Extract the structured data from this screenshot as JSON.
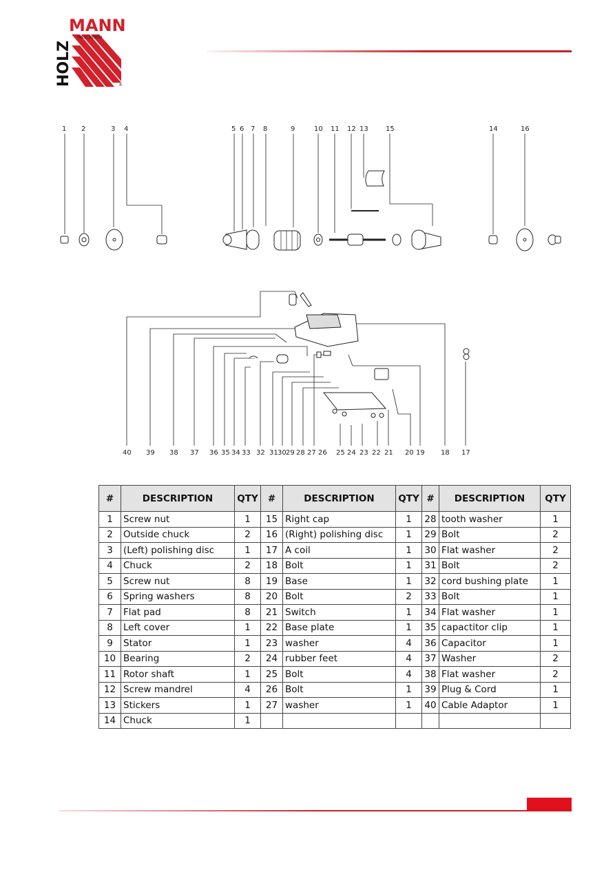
{
  "brand": {
    "logo_top": "MANN",
    "logo_side": "HOLZ",
    "logo_sub": "MASCHINEN",
    "logo_mark": "®"
  },
  "diagram_top": {
    "labels": [
      "1",
      "2",
      "3",
      "4",
      "5",
      "6",
      "7",
      "8",
      "9",
      "10",
      "11",
      "12",
      "13",
      "15",
      "14",
      "16"
    ]
  },
  "diagram_bottom": {
    "labels": [
      "40",
      "39",
      "38",
      "37",
      "36",
      "35",
      "34",
      "33",
      "32",
      "31",
      "30",
      "29",
      "28",
      "27",
      "26",
      "25",
      "24",
      "23",
      "22",
      "21",
      "20",
      "19",
      "18",
      "17"
    ]
  },
  "table": {
    "headers": {
      "num": "#",
      "description": "DESCRIPTION",
      "qty": "QTY"
    },
    "col1": [
      {
        "n": "1",
        "d": "Screw nut",
        "q": "1"
      },
      {
        "n": "2",
        "d": "Outside chuck",
        "q": "2"
      },
      {
        "n": "3",
        "d": "(Left) polishing disc",
        "q": "1"
      },
      {
        "n": "4",
        "d": "Chuck",
        "q": "2"
      },
      {
        "n": "5",
        "d": "Screw nut",
        "q": "8"
      },
      {
        "n": "6",
        "d": "Spring washers",
        "q": "8"
      },
      {
        "n": "7",
        "d": "Flat pad",
        "q": "8"
      },
      {
        "n": "8",
        "d": "Left cover",
        "q": "1"
      },
      {
        "n": "9",
        "d": "Stator",
        "q": "1"
      },
      {
        "n": "10",
        "d": "Bearing",
        "q": "2"
      },
      {
        "n": "11",
        "d": "Rotor shaft",
        "q": "1"
      },
      {
        "n": "12",
        "d": "Screw mandrel",
        "q": "4"
      },
      {
        "n": "13",
        "d": "Stickers",
        "q": "1"
      },
      {
        "n": "14",
        "d": "Chuck",
        "q": "1"
      }
    ],
    "col2": [
      {
        "n": "15",
        "d": "Right cap",
        "q": "1"
      },
      {
        "n": "16",
        "d": "(Right) polishing disc",
        "q": "1"
      },
      {
        "n": "17",
        "d": "A coil",
        "q": "1"
      },
      {
        "n": "18",
        "d": "Bolt",
        "q": "1"
      },
      {
        "n": "19",
        "d": "Base",
        "q": "1"
      },
      {
        "n": "20",
        "d": "Bolt",
        "q": "2"
      },
      {
        "n": "21",
        "d": "Switch",
        "q": "1"
      },
      {
        "n": "22",
        "d": "Base plate",
        "q": "1"
      },
      {
        "n": "23",
        "d": "washer",
        "q": "4"
      },
      {
        "n": "24",
        "d": "rubber feet",
        "q": "4"
      },
      {
        "n": "25",
        "d": "Bolt",
        "q": "4"
      },
      {
        "n": "26",
        "d": "Bolt",
        "q": "1"
      },
      {
        "n": "27",
        "d": "washer",
        "q": "1"
      },
      {
        "n": "",
        "d": "",
        "q": ""
      }
    ],
    "col3": [
      {
        "n": "28",
        "d": "tooth washer",
        "q": "1"
      },
      {
        "n": "29",
        "d": "Bolt",
        "q": "2"
      },
      {
        "n": "30",
        "d": "Flat washer",
        "q": "2"
      },
      {
        "n": "31",
        "d": "Bolt",
        "q": "2"
      },
      {
        "n": "32",
        "d": "cord bushing plate",
        "q": "1"
      },
      {
        "n": "33",
        "d": "Bolt",
        "q": "1"
      },
      {
        "n": "34",
        "d": "Flat washer",
        "q": "1"
      },
      {
        "n": "35",
        "d": "capactitor clip",
        "q": "1"
      },
      {
        "n": "36",
        "d": "Capacitor",
        "q": "1"
      },
      {
        "n": "37",
        "d": "Washer",
        "q": "2"
      },
      {
        "n": "38",
        "d": "Flat washer",
        "q": "2"
      },
      {
        "n": "39",
        "d": "Plug & Cord",
        "q": "1"
      },
      {
        "n": "40",
        "d": "Cable Adaptor",
        "q": "1"
      },
      {
        "n": "",
        "d": "",
        "q": ""
      }
    ]
  },
  "colors": {
    "accent": "#c8202c",
    "footer_tab": "#e0101c",
    "header_bg": "#e3e3e3"
  }
}
